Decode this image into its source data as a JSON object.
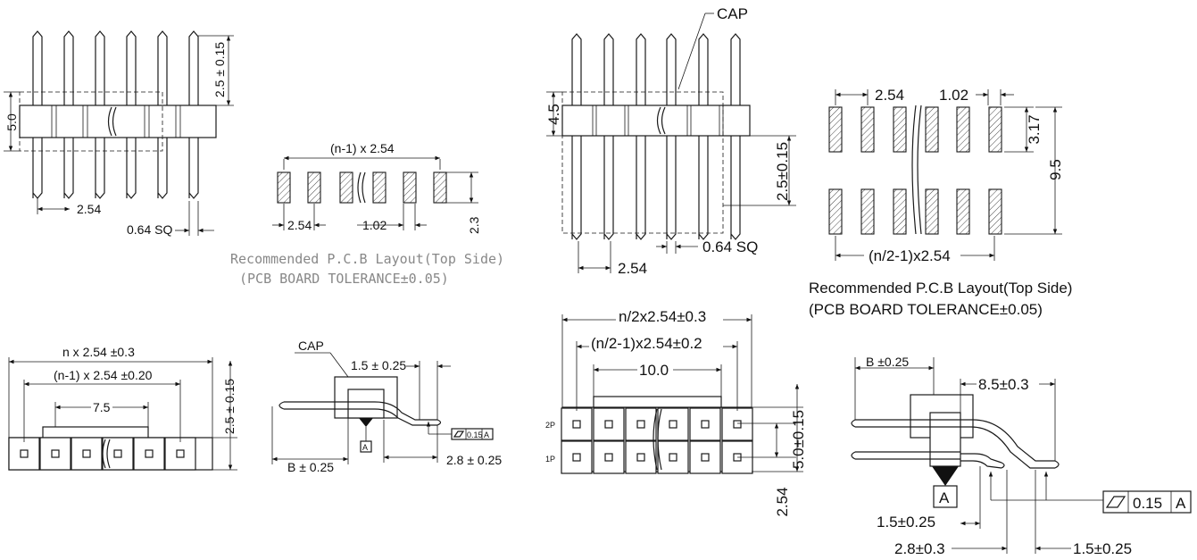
{
  "labels": {
    "v1_h_2_5": "2.5 ± 0.15",
    "v1_h_5_0": "5.0",
    "v1_pitch": "2.54",
    "v1_sq": "0.64 SQ",
    "pcb1_pitch_total": "(n-1) x 2.54",
    "pcb1_pitch": "2.54",
    "pcb1_pad_w": "1.02",
    "pcb1_pad_h": "2.3",
    "pcb1_caption_1": "Recommended P.C.B Layout(Top Side)",
    "pcb1_caption_2": "(PCB BOARD TOLERANCE±0.05)",
    "v2_cap": "CAP",
    "v2_h_4_5": "4.5",
    "v2_h_2_5": "2.5±0.15",
    "v2_sq": "0.64  SQ",
    "v2_pitch": "2.54",
    "pcb2_pitch": "2.54",
    "pcb2_pad_w": "1.02",
    "pcb2_pad_h": "3.17",
    "pcb2_total_h": "9.5",
    "pcb2_pitch_total": "(n/2-1)x2.54",
    "pcb2_caption_1": "Recommended P.C.B Layout(Top Side)",
    "pcb2_caption_2": "(PCB BOARD TOLERANCE±0.05)",
    "b1_total": "n x 2.54 ±0.3",
    "b1_inner": "(n-1) x 2.54 ±0.20",
    "b1_center": "7.5",
    "b1_h": "2.5 ± 0.15",
    "s1_cap": "CAP",
    "s1_top": "1.5 ± 0.25",
    "s1_tol": "0.15",
    "s1_datum": "A",
    "s1_b": "B ± 0.25",
    "s1_bottom": "2.8 ± 0.25",
    "b2_total": "n/2x2.54±0.3",
    "b2_inner": "(n/2-1)x2.54±0.2",
    "b2_center": "10.0",
    "b2_row2": "2P",
    "b2_row1": "1P",
    "b2_h": "5.0±0.15",
    "b2_pitch": "2.54",
    "s2_b": "B ±0.25",
    "s2_top": "8.5±0.3",
    "s2_datum": "A",
    "s2_tol": "0.15",
    "s2_datum_ref": "A",
    "s2_dim1": "1.5±0.25",
    "s2_dim2": "2.8±0.3",
    "s2_dim3": "1.5±0.25"
  }
}
